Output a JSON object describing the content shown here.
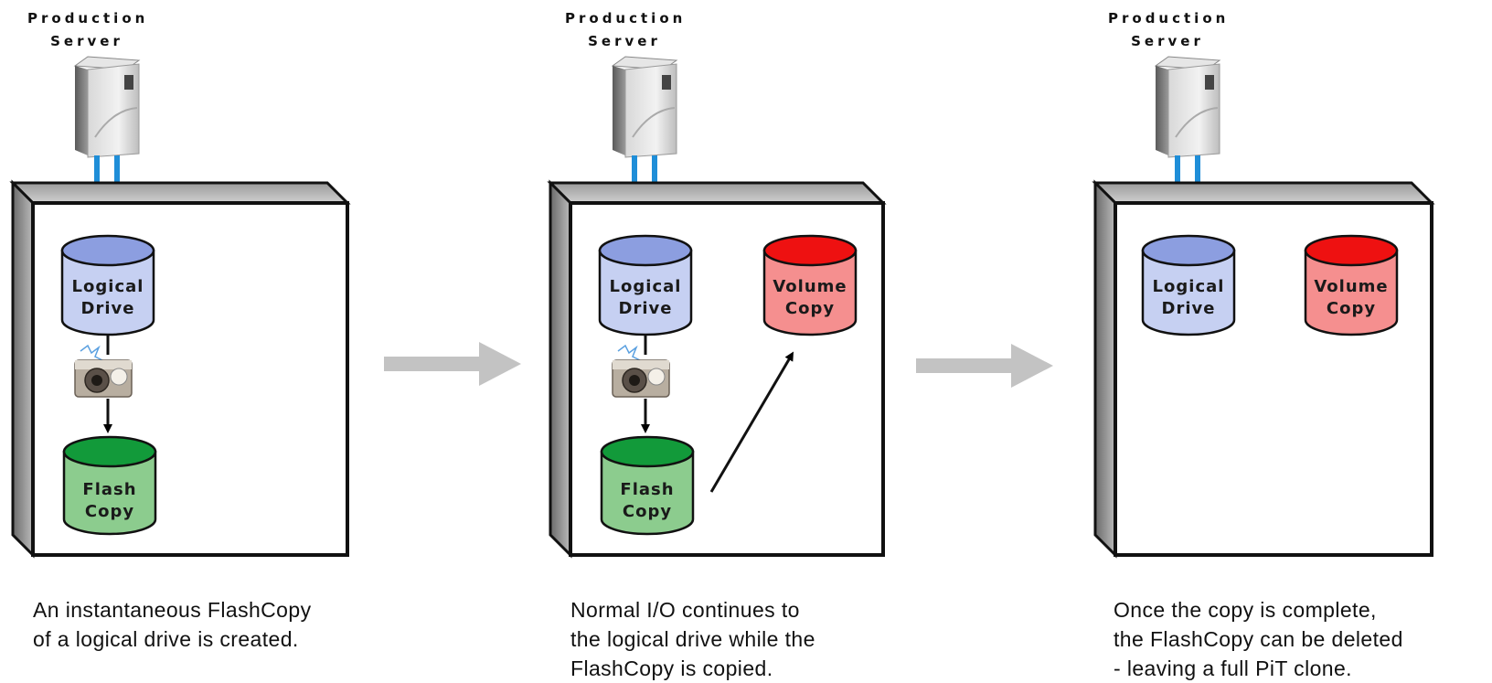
{
  "panels": [
    {
      "server_label_line1": "Production",
      "server_label_line2": "Server",
      "logical_drive": {
        "line1": "Logical",
        "line2": "Drive"
      },
      "flash_copy": {
        "line1": "Flash",
        "line2": "Copy"
      },
      "caption_lines": [
        "An instantaneous FlashCopy",
        "of a logical drive is created."
      ]
    },
    {
      "server_label_line1": "Production",
      "server_label_line2": "Server",
      "logical_drive": {
        "line1": "Logical",
        "line2": "Drive"
      },
      "flash_copy": {
        "line1": "Flash",
        "line2": "Copy"
      },
      "volume_copy": {
        "line1": "Volume",
        "line2": "Copy"
      },
      "caption_lines": [
        "Normal I/O continues to",
        "the logical drive while the",
        "FlashCopy is copied."
      ]
    },
    {
      "server_label_line1": "Production",
      "server_label_line2": "Server",
      "logical_drive": {
        "line1": "Logical",
        "line2": "Drive"
      },
      "volume_copy": {
        "line1": "Volume",
        "line2": "Copy"
      },
      "caption_lines": [
        "Once the copy is complete,",
        "the FlashCopy can be deleted",
        "- leaving a full PiT clone."
      ]
    }
  ],
  "colors": {
    "logical_drive_top": "#8c9ee0",
    "logical_drive_body": "#c6d0f2",
    "flash_copy_top": "#129a3a",
    "flash_copy_body": "#8ccc8e",
    "volume_copy_top": "#ee1111",
    "volume_copy_body": "#f58f8f",
    "cable": "#1f8ed8",
    "transition_arrow": "#c3c3c3"
  },
  "icons": {
    "server": "server-tower-icon",
    "camera": "camera-snapshot-icon",
    "transition": "right-arrow-icon"
  }
}
